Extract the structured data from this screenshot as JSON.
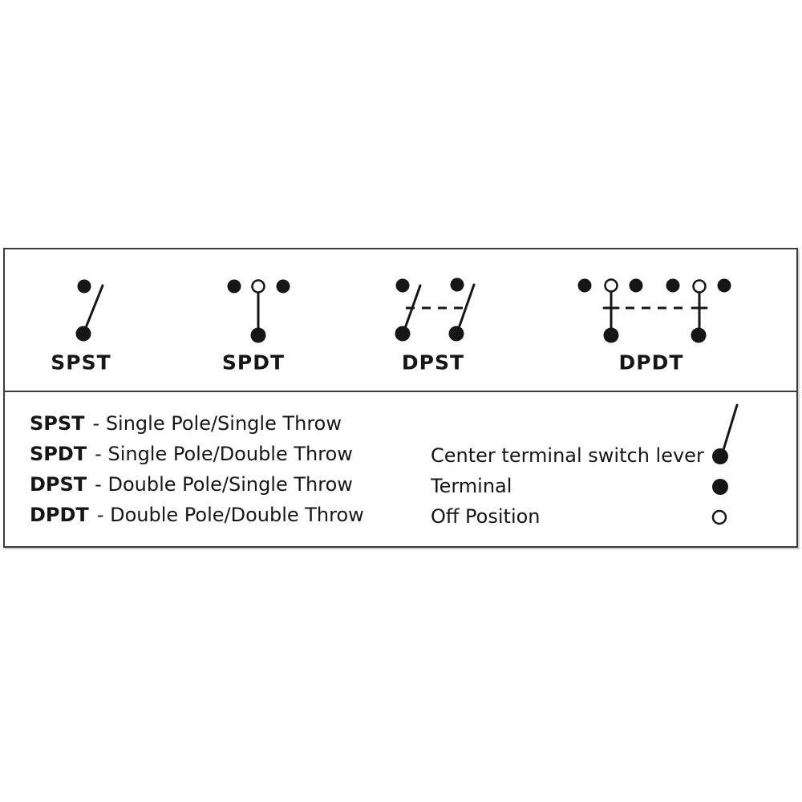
{
  "colors": {
    "ink": "#161616",
    "border": "#3c3c3c",
    "background": "#ffffff"
  },
  "symbols_panel": {
    "items": [
      {
        "id": "spst",
        "label": "SPST"
      },
      {
        "id": "spdt",
        "label": "SPDT"
      },
      {
        "id": "dpst",
        "label": "DPST"
      },
      {
        "id": "dpdt",
        "label": "DPDT"
      }
    ]
  },
  "legend_panel": {
    "definitions": [
      {
        "term": "SPST",
        "description": "- Single Pole/Single Throw"
      },
      {
        "term": "SPDT",
        "description": "- Single Pole/Double Throw"
      },
      {
        "term": "DPST",
        "description": "- Double Pole/Single Throw"
      },
      {
        "term": "DPDT",
        "description": "- Double Pole/Double Throw"
      }
    ],
    "key": [
      {
        "label": "Center terminal switch lever"
      },
      {
        "label": "Terminal"
      },
      {
        "label": "Off Position"
      }
    ]
  }
}
